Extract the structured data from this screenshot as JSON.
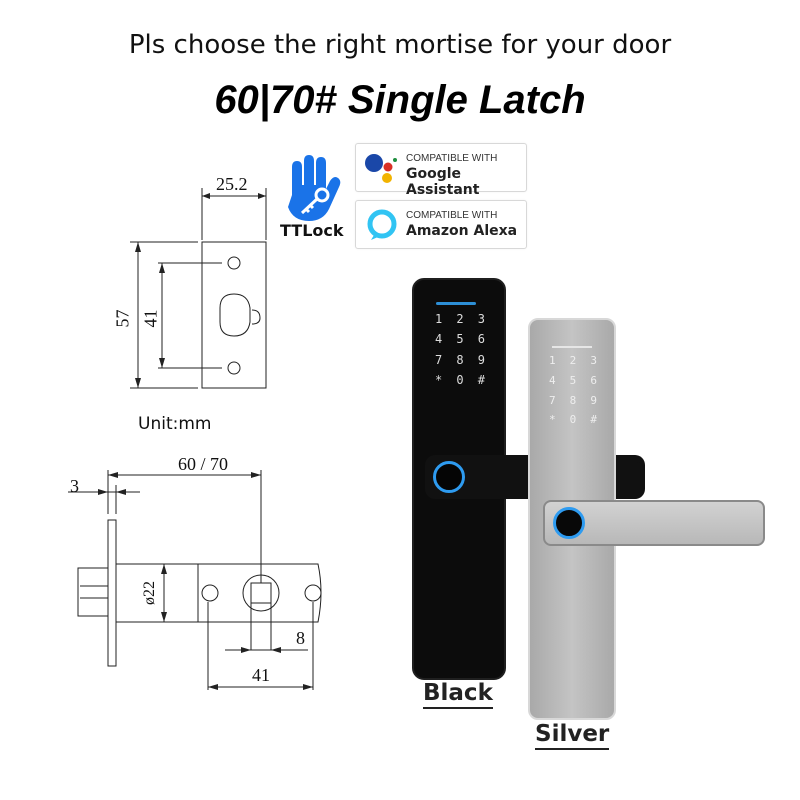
{
  "header": {
    "subtitle": "Pls choose the right mortise for your door",
    "title": "60|70# Single Latch"
  },
  "brand": {
    "logo_label": "TTLock",
    "logo_color": "#1a73e8"
  },
  "badges": [
    {
      "small": "COMPATIBLE WITH",
      "big": "Google Assistant",
      "icon": "google-assistant-icon"
    },
    {
      "small": "COMPATIBLE WITH",
      "big": "Amazon Alexa",
      "icon": "alexa-icon",
      "color": "#31c4f3"
    }
  ],
  "faceplate_diagram": {
    "width_label": "25.2",
    "height_label": "57",
    "hole_spacing_label": "41",
    "unit_label": "Unit:mm"
  },
  "latch_diagram": {
    "faceplate_thickness_label": "3",
    "backset_label": "60 / 70",
    "diameter_label": "ø22",
    "spindle_label": "8",
    "hole_spacing_label": "41"
  },
  "keypad": {
    "keys": [
      "1",
      "2",
      "3",
      "4",
      "5",
      "6",
      "7",
      "8",
      "9",
      "*",
      "0",
      "#"
    ]
  },
  "colors": [
    {
      "label": "Black",
      "hex": "#111111"
    },
    {
      "label": "Silver",
      "hex": "#b9b9b9"
    }
  ]
}
